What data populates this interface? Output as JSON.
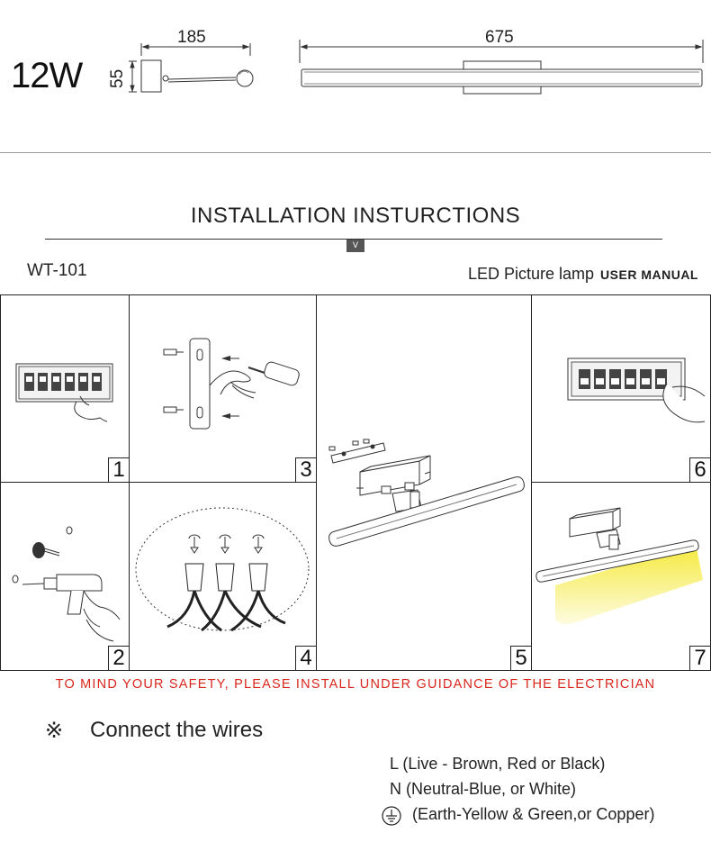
{
  "spec": {
    "power": "12W",
    "dim_width_side": "185",
    "dim_height_side": "55",
    "dim_length_front": "675"
  },
  "header": {
    "title": "INSTALLATION INSTURCTIONS",
    "badge": "V",
    "model": "WT-101",
    "product_name": "LED Picture lamp",
    "product_suffix": "USER MANUAL"
  },
  "steps": [
    {
      "number": "1",
      "icon": "switch-off-icon"
    },
    {
      "number": "2",
      "icon": "drill-wall-icon"
    },
    {
      "number": "3",
      "icon": "mount-bracket-icon"
    },
    {
      "number": "4",
      "icon": "wire-connectors-icon"
    },
    {
      "number": "5",
      "icon": "assemble-lamp-icon"
    },
    {
      "number": "6",
      "icon": "switch-on-icon"
    },
    {
      "number": "7",
      "icon": "lamp-lit-icon"
    }
  ],
  "warning": "TO MIND YOUR SAFETY, PLEASE INSTALL UNDER GUIDANCE OF THE ELECTRICIAN",
  "wires": {
    "mark": "※",
    "title": "Connect the wires",
    "live": "L (Live - Brown, Red or Black)",
    "neutral": "N (Neutral-Blue, or White)",
    "earth": "(Earth-Yellow & Green,or Copper)"
  },
  "colors": {
    "warning": "#d9261c",
    "light_beam": "#f5e93a"
  }
}
